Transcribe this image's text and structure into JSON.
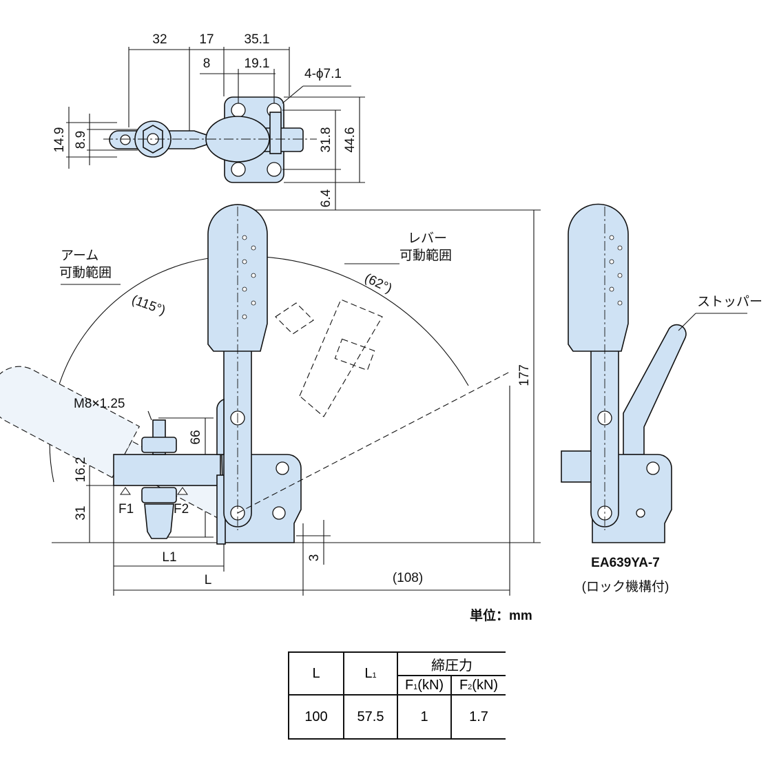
{
  "top_view": {
    "dims": {
      "d32": "32",
      "d17": "17",
      "d35_1": "35.1",
      "d8": "8",
      "d19_1": "19.1",
      "holes": "4-ϕ7.1",
      "d14_9": "14.9",
      "d8_9": "8.9",
      "d31_8": "31.8",
      "d44_6": "44.6",
      "d6_4": "6.4"
    }
  },
  "side_view": {
    "arm_range": "アーム",
    "arm_range2": "可動範囲",
    "arm_angle": "(115°)",
    "lever_range": "レバー",
    "lever_range2": "可動範囲",
    "lever_angle": "(62°)",
    "thread": "M8×1.25",
    "d66": "66",
    "d16_2": "16.2",
    "d31": "31",
    "f1": "F1",
    "f2": "F2",
    "d177": "177",
    "d3": "3",
    "L1": "L1",
    "L": "L",
    "d108": "(108)"
  },
  "lock_view": {
    "stopper": "ストッパー",
    "model": "EA639YA-7",
    "note": "(ロック機構付)"
  },
  "unit": "単位：mm",
  "table": {
    "col_L": "L",
    "col_L1": "L",
    "col_L1_sub": "1",
    "group": "締圧力",
    "f1": "F",
    "f1_sub": "1",
    "f1_unit": "(kN)",
    "f2": "F",
    "f2_sub": "2",
    "f2_unit": "(kN)",
    "row": {
      "L": "100",
      "L1": "57.5",
      "F1": "1",
      "F2": "1.7"
    }
  }
}
